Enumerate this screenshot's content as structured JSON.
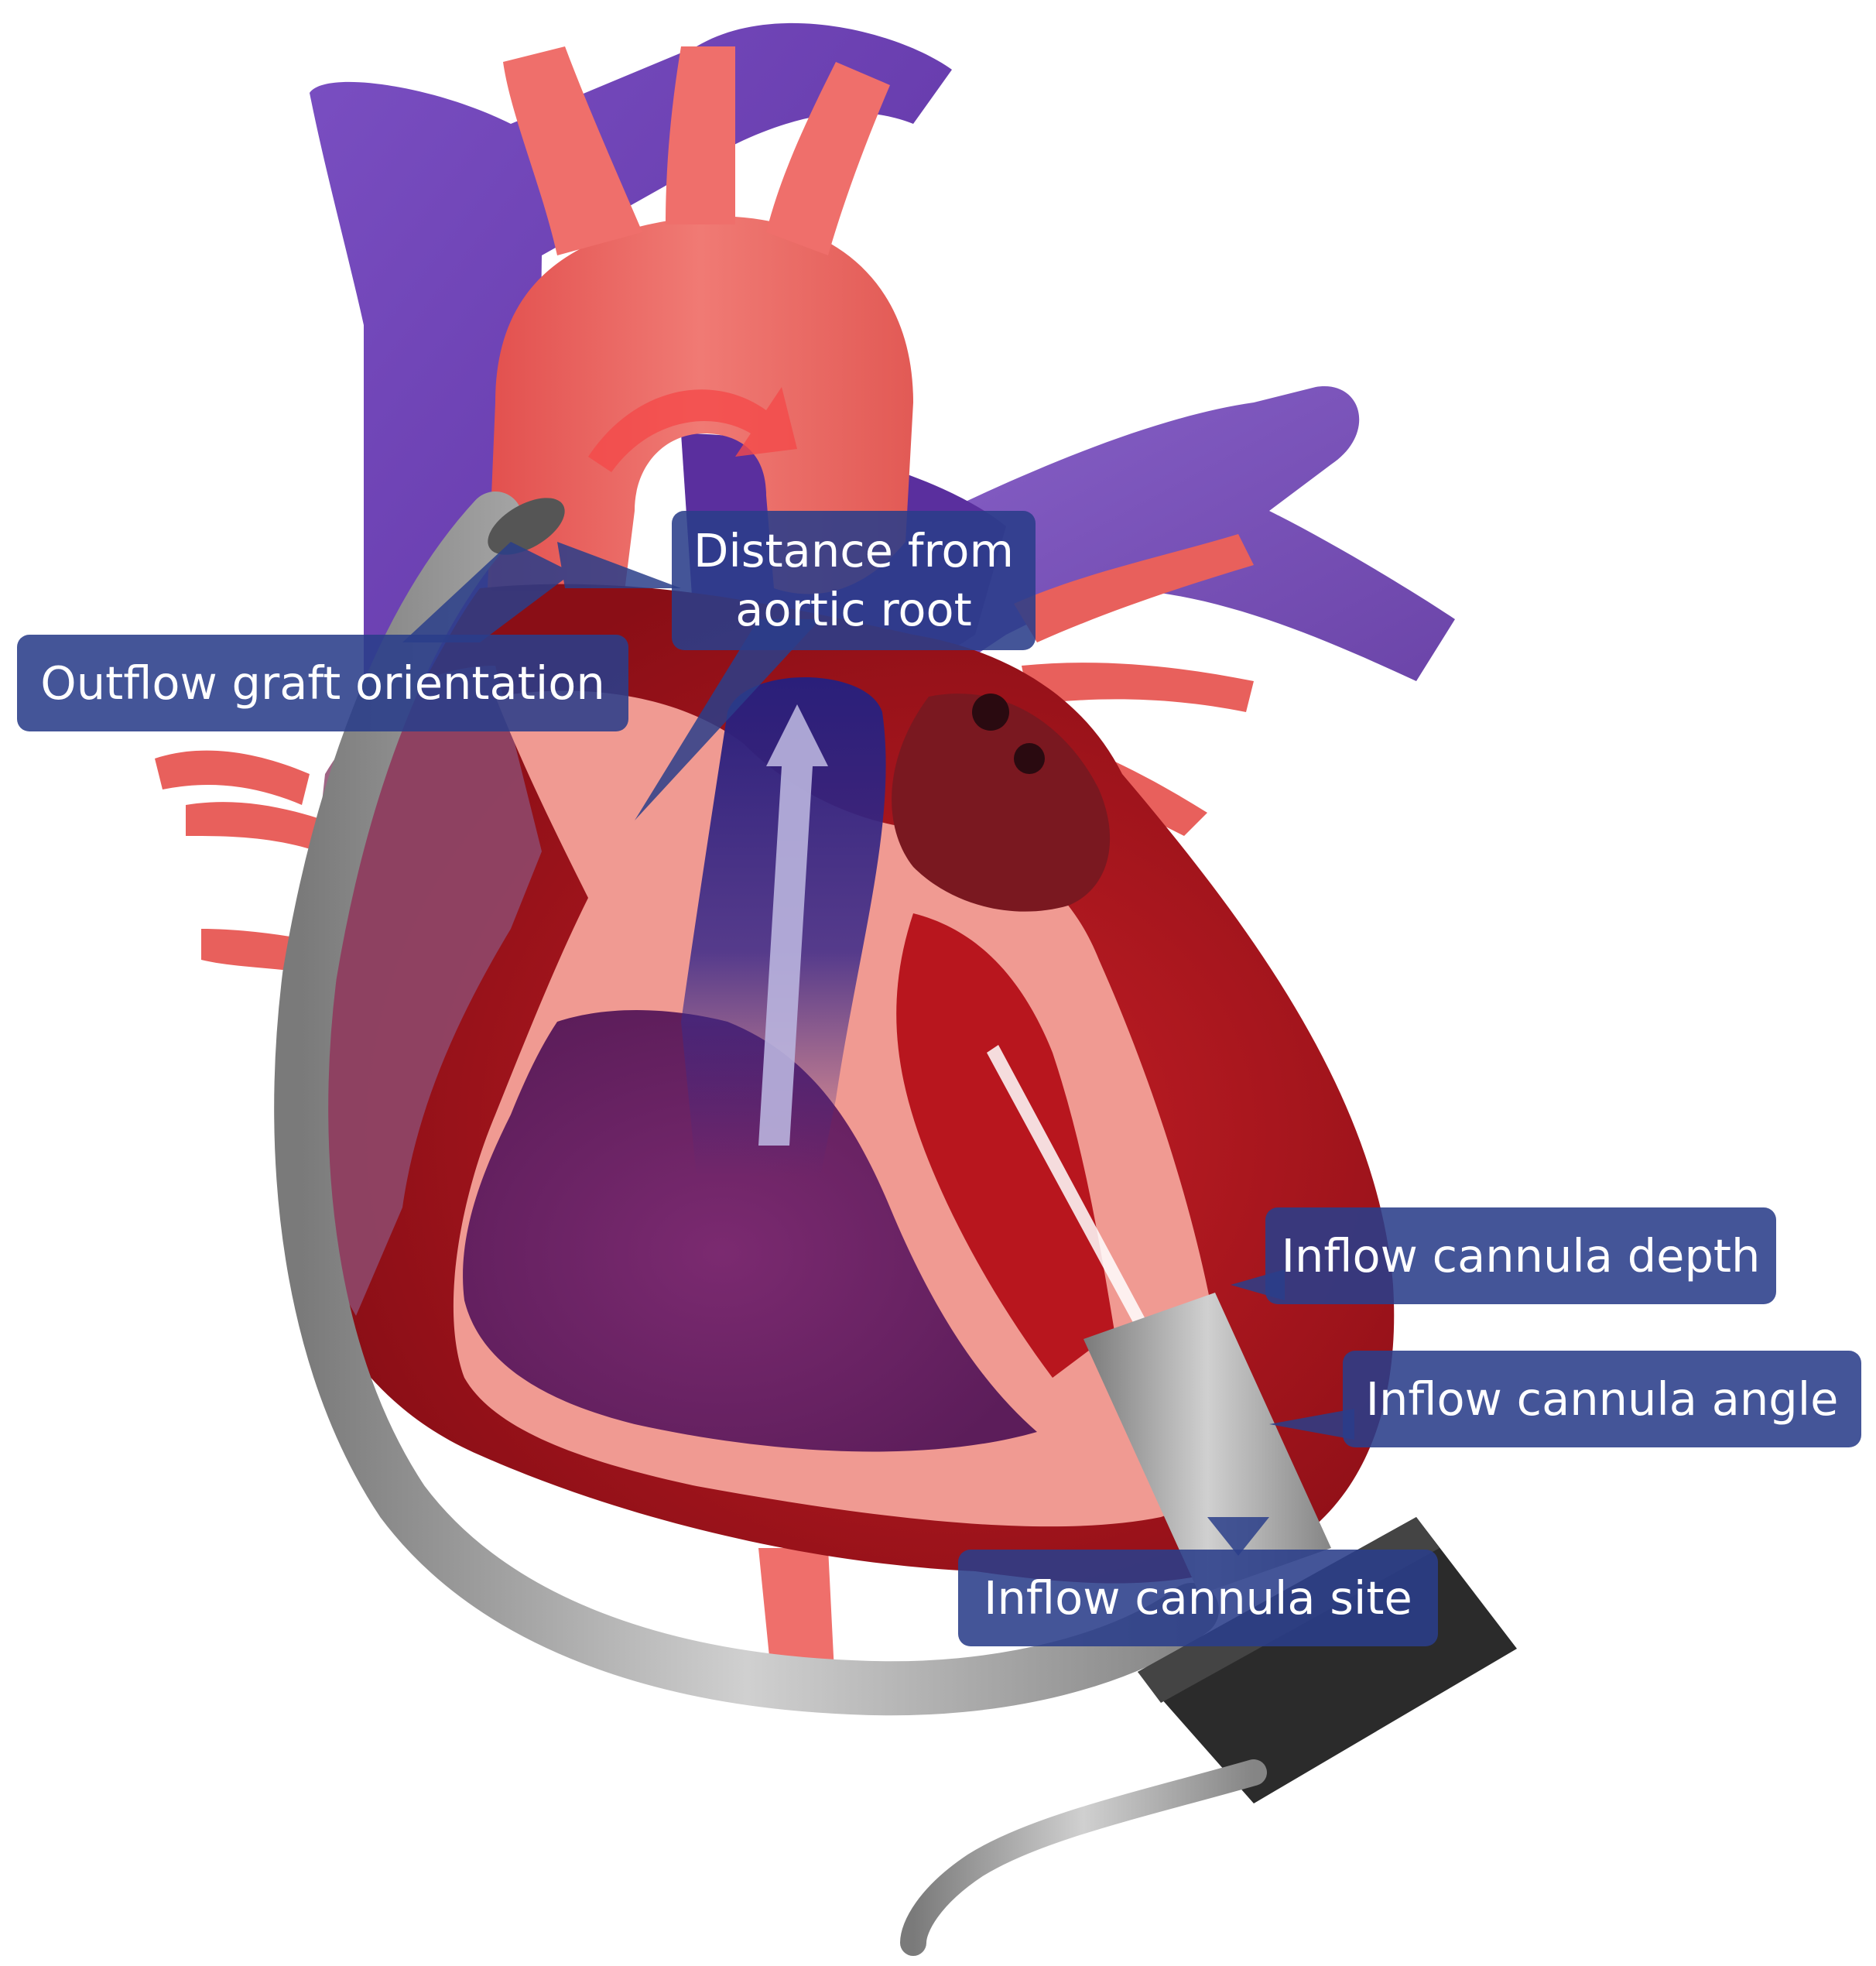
{
  "diagram": {
    "callouts": {
      "outflow_graft_orientation": "Outflow graft orientation",
      "distance_from_aortic_root_line1": "Distance from",
      "distance_from_aortic_root_line2": "aortic root",
      "inflow_cannula_depth": "Inflow cannula depth",
      "inflow_cannula_angle": "Inflow cannula angle",
      "inflow_cannula_site": "Inflow cannula site"
    },
    "colors": {
      "artery_red": "#ec6f6b",
      "vein_purple": "#6a3fb0",
      "myocardium_dark": "#a8141c",
      "endocardium_pink": "#f09a92",
      "ventricle_purple": "#6e2468",
      "device_gray": "#a9a9a9",
      "pump_black": "#2b2b2b",
      "callout_blue": "#2a3e8a"
    }
  }
}
